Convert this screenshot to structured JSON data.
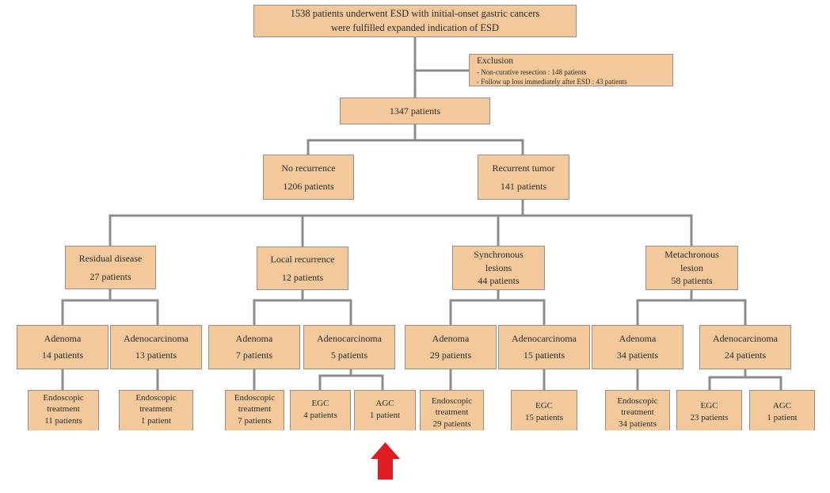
{
  "colors": {
    "box_fill": "#f3c99b",
    "box_border": "#9a8f86",
    "connector": "#8c8c8c",
    "arrow": "#e11b22"
  },
  "root": {
    "line1": "1538 patients underwent ESD with initial-onset gastric cancers",
    "line2": "were fulfilled expanded indication of ESD"
  },
  "exclusion": {
    "title": "Exclusion",
    "items": [
      "-      Non-curative resection : 148 patients",
      "-      Follow up loss immediately after ESD : 43 patients"
    ]
  },
  "total": "1347 patients",
  "no_recurrence": {
    "line1": "No recurrence",
    "line2": "1206 patients"
  },
  "recurrent": {
    "line1": "Recurrent tumor",
    "line2": "141 patients"
  },
  "residual": {
    "line1": "Residual disease",
    "line2": "27 patients"
  },
  "local": {
    "line1": "Local recurrence",
    "line2": "12 patients"
  },
  "synchronous": {
    "line1": "Synchronous",
    "line2": "lesions",
    "line3": "44 patients"
  },
  "metachronous": {
    "line1": "Metachronous",
    "line2": "lesion",
    "line3": "58 patients"
  },
  "res_adenoma": {
    "line1": "Adenoma",
    "line2": "14 patients"
  },
  "res_adenoca": {
    "line1": "Adenocarcinoma",
    "line2": "13 patients"
  },
  "loc_adenoma": {
    "line1": "Adenoma",
    "line2": "7 patients"
  },
  "loc_adenoca": {
    "line1": "Adenocarcinoma",
    "line2": "5 patients"
  },
  "syn_adenoma": {
    "line1": "Adenoma",
    "line2": "29 patients"
  },
  "syn_adenoca": {
    "line1": "Adenocarcinoma",
    "line2": "15 patients"
  },
  "met_adenoma": {
    "line1": "Adenoma",
    "line2": "34 patients"
  },
  "met_adenoca": {
    "line1": "Adenocarcinoma",
    "line2": "24 patients"
  },
  "leaf_res_adenoma": {
    "line1": "Endoscopic",
    "line2": "treatment",
    "line3": "11 patients"
  },
  "leaf_res_adenoca": {
    "line1": "Endoscopic",
    "line2": "treatment",
    "line3": "1 patient"
  },
  "leaf_loc_adenoma": {
    "line1": "Endoscopic",
    "line2": "treatment",
    "line3": "7 patients"
  },
  "leaf_loc_egc": {
    "line1": "EGC",
    "line2": "4 patients"
  },
  "leaf_loc_agc": {
    "line1": "AGC",
    "line2": "1 patient"
  },
  "leaf_syn_adenoma": {
    "line1": "Endoscopic",
    "line2": "treatment",
    "line3": "29 patients"
  },
  "leaf_syn_egc": {
    "line1": "EGC",
    "line2": "15 patients"
  },
  "leaf_met_adenoma": {
    "line1": "Endoscopic",
    "line2": "treatment",
    "line3": "34 patients"
  },
  "leaf_met_egc": {
    "line1": "EGC",
    "line2": "23 patients"
  },
  "leaf_met_agc": {
    "line1": "AGC",
    "line2": "1 patient"
  }
}
